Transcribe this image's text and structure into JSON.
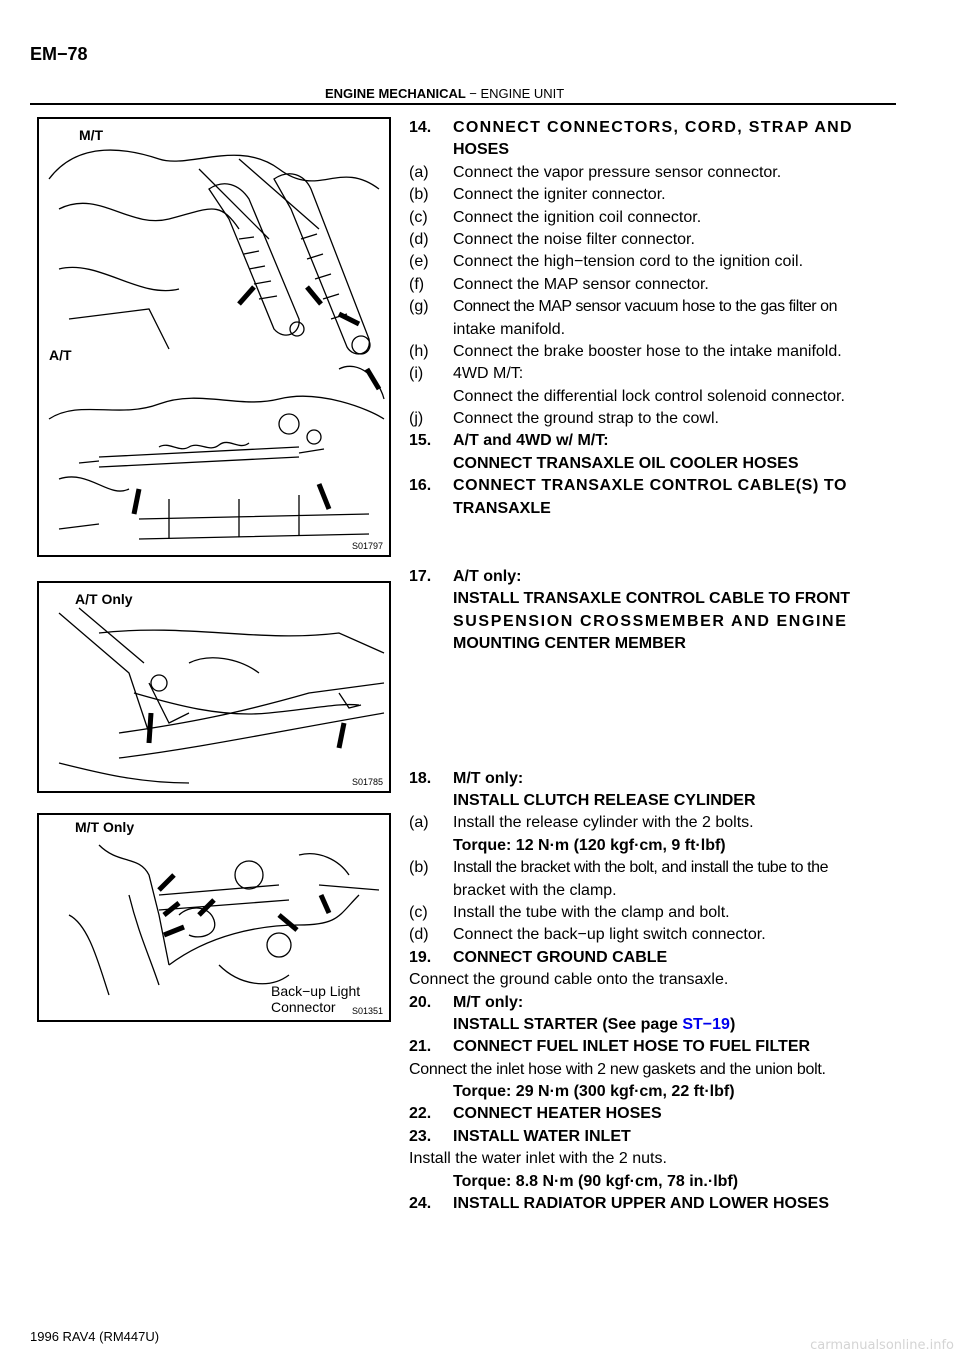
{
  "header": {
    "page_code": "EM−78",
    "section": "ENGINE MECHANICAL",
    "dash": "−",
    "subsection": "ENGINE UNIT"
  },
  "figures": [
    {
      "labels": [
        "M/T",
        "A/T"
      ],
      "code": "S01797"
    },
    {
      "labels": [
        "A/T Only"
      ],
      "code": "S01785"
    },
    {
      "labels": [
        "M/T Only"
      ],
      "code": "S01351",
      "callout": [
        "Back−up Light",
        "Connector"
      ]
    }
  ],
  "steps": [
    {
      "n": "14.",
      "bold": true,
      "lines": [
        "CONNECT CONNECTORS, CORD, STRAP AND",
        "HOSES"
      ]
    },
    {
      "n": "(a)",
      "lines": [
        "Connect the vapor pressure sensor connector."
      ]
    },
    {
      "n": "(b)",
      "lines": [
        "Connect the igniter connector."
      ]
    },
    {
      "n": "(c)",
      "lines": [
        "Connect the ignition coil connector."
      ]
    },
    {
      "n": "(d)",
      "lines": [
        "Connect the noise filter connector."
      ]
    },
    {
      "n": "(e)",
      "lines": [
        "Connect the high−tension cord to the ignition coil."
      ]
    },
    {
      "n": "(f)",
      "lines": [
        "Connect the MAP sensor connector."
      ]
    },
    {
      "n": "(g)",
      "lines": [
        "Connect the MAP sensor vacuum hose to the gas filter on",
        "intake manifold."
      ]
    },
    {
      "n": "(h)",
      "lines": [
        "Connect the brake booster hose to the intake manifold."
      ]
    },
    {
      "n": "(i)",
      "lines": [
        "4WD M/T:",
        "Connect the differential lock control solenoid connector."
      ]
    },
    {
      "n": "(j)",
      "lines": [
        "Connect the ground strap to the cowl."
      ]
    },
    {
      "n": "15.",
      "bold": true,
      "lines": [
        "A/T and 4WD w/ M/T:",
        "CONNECT TRANSAXLE OIL COOLER HOSES"
      ]
    },
    {
      "n": "16.",
      "bold": true,
      "lines": [
        "CONNECT TRANSAXLE CONTROL CABLE(S) TO",
        "TRANSAXLE"
      ]
    },
    {
      "n": "17.",
      "bold": true,
      "lines": [
        "A/T only:",
        "INSTALL TRANSAXLE CONTROL CABLE TO FRONT",
        "SUSPENSION CROSSMEMBER AND ENGINE",
        "MOUNTING CENTER MEMBER"
      ]
    },
    {
      "n": "18.",
      "bold": true,
      "lines": [
        "M/T only:",
        "INSTALL CLUTCH RELEASE CYLINDER"
      ]
    },
    {
      "n": "(a)",
      "lines": [
        "Install the release cylinder with the 2 bolts."
      ]
    },
    {
      "torque": "Torque: 12 N·m (120 kgf·cm, 9 ft·lbf)"
    },
    {
      "n": "(b)",
      "lines": [
        "Install the bracket with the bolt, and install the tube to the",
        "bracket with the clamp."
      ]
    },
    {
      "n": "(c)",
      "lines": [
        "Install the tube with the clamp and bolt."
      ]
    },
    {
      "n": "(d)",
      "lines": [
        "Connect the back−up light switch connector."
      ]
    },
    {
      "n": "19.",
      "bold": true,
      "lines": [
        "CONNECT GROUND CABLE"
      ]
    },
    {
      "plain": "Connect the ground cable onto the transaxle."
    },
    {
      "n": "20.",
      "bold": true,
      "lines": [
        "M/T only:"
      ]
    },
    {
      "bold_with_link": {
        "before": "INSTALL STARTER (See page ",
        "link": "ST−19",
        "after": ")"
      }
    },
    {
      "n": "21.",
      "bold": true,
      "lines": [
        "CONNECT FUEL INLET HOSE TO FUEL FILTER"
      ]
    },
    {
      "plain": "Connect the inlet hose with 2 new gaskets and the union bolt."
    },
    {
      "torque": "Torque: 29 N·m (300 kgf·cm, 22 ft·lbf)"
    },
    {
      "n": "22.",
      "bold": true,
      "lines": [
        "CONNECT HEATER HOSES"
      ]
    },
    {
      "n": "23.",
      "bold": true,
      "lines": [
        "INSTALL WATER INLET"
      ]
    },
    {
      "plain": "Install the water inlet with the 2 nuts."
    },
    {
      "torque": "Torque: 8.8 N·m (90 kgf·cm, 78 in.·lbf)"
    },
    {
      "n": "24.",
      "bold": true,
      "lines": [
        "INSTALL RADIATOR UPPER AND LOWER HOSES"
      ]
    }
  ],
  "footer": {
    "model": "1996 RAV4   (RM447U)",
    "watermark": "carmanualsonline.info"
  }
}
